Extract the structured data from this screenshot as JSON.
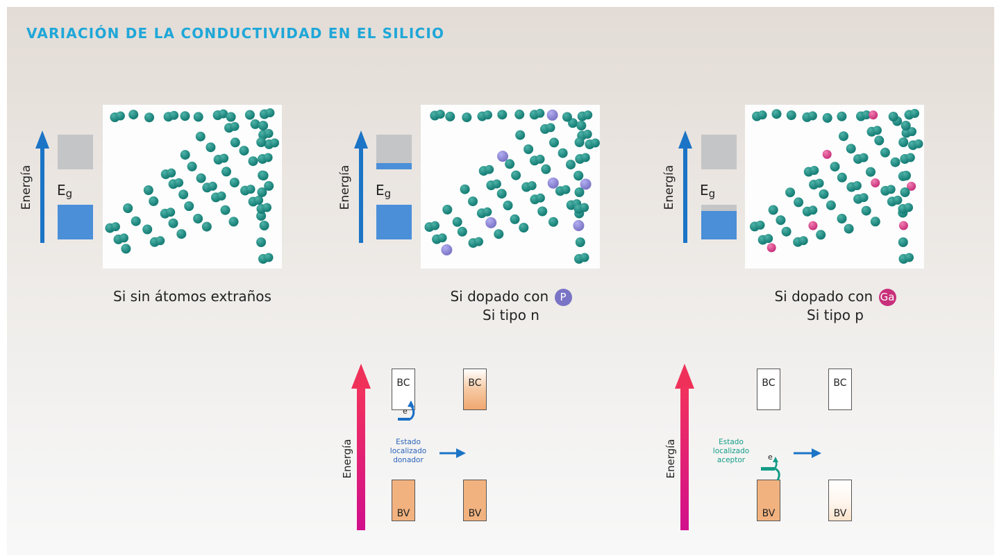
{
  "title": "VARIACIÓN DE LA CONDUCTIVIDAD EN EL SILICIO",
  "colors": {
    "title": "#1fa7d8",
    "energy_arrow_blue": "#1b74c6",
    "energy_arrow_magenta": "#e4307a",
    "band_blue": "#4a8fd8",
    "band_grey": "#c4c5c7",
    "si_atom": "#127a72",
    "p_atom": "#7a74c6",
    "ga_atom": "#c8307b",
    "band_orange": "#f2b27f",
    "note_blue": "#2b63b8",
    "note_green": "#139b86"
  },
  "energy_label": "Energía",
  "eg_label": {
    "main": "E",
    "sub": "g"
  },
  "panels": [
    {
      "id": "intrinsic",
      "caption_line1": "Si sin átomos extraños",
      "dopant": "",
      "caption_line2": ""
    },
    {
      "id": "n-type",
      "caption_line1": "Si dopado con",
      "dopant": "P",
      "caption_line2": "Si tipo n"
    },
    {
      "id": "p-type",
      "caption_line1": "Si dopado con",
      "dopant": "Ga",
      "caption_line2": "Si tipo p"
    }
  ],
  "band_diagrams": {
    "bc_label": "BC",
    "bv_label": "BV",
    "electron_label": "e",
    "donor_note": [
      "Estado",
      "localizado",
      "donador"
    ],
    "acceptor_note": [
      "Estado",
      "localizado",
      "aceptor"
    ]
  },
  "icons": [
    "energy-arrow-icon",
    "transition-arrow-icon",
    "electron-jump-arrow-icon"
  ]
}
